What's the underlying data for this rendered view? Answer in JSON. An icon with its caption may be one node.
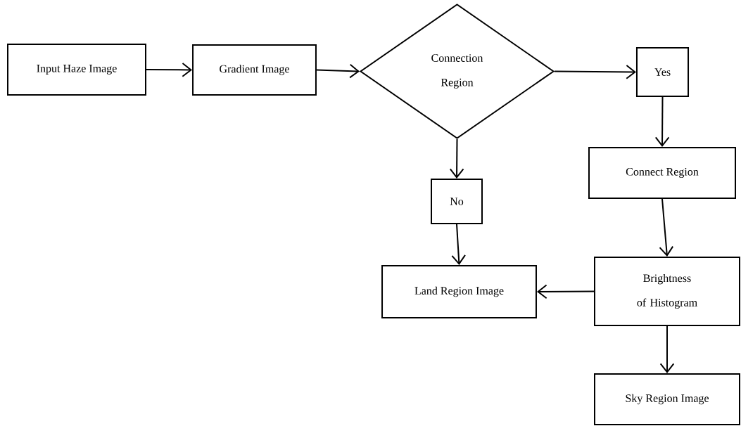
{
  "diagram": {
    "nodes": [
      {
        "text": [
          "Input Haze Image"
        ]
      },
      {
        "text": [
          "Gradient Image"
        ]
      },
      {
        "text": [
          "Connection Region"
        ]
      },
      {
        "text": [
          "Yes"
        ]
      },
      {
        "text": [
          "No"
        ]
      },
      {
        "text": [
          "Connect Region"
        ]
      },
      {
        "text": [
          "Land Region Image"
        ]
      },
      {
        "text": [
          "Brightness of Histogram"
        ]
      },
      {
        "text": [
          "Sky Region Image"
        ]
      }
    ],
    "edges": [
      {
        "from": 0,
        "to": 1,
        "arrow": "to"
      },
      {
        "from": 1,
        "to": 2,
        "arrow": "to"
      },
      {
        "from": 2,
        "to": 3,
        "arrow": "to"
      },
      {
        "from": 3,
        "to": 5,
        "arrow": "to"
      },
      {
        "from": 2,
        "to": 4,
        "arrow": "to"
      },
      {
        "from": 4,
        "to": 6,
        "arrow": "to"
      },
      {
        "from": 5,
        "to": 7,
        "arrow": "to"
      },
      {
        "from": 7,
        "to": 6,
        "arrow": "to"
      },
      {
        "from": 7,
        "to": 8,
        "arrow": "to"
      }
    ]
  }
}
